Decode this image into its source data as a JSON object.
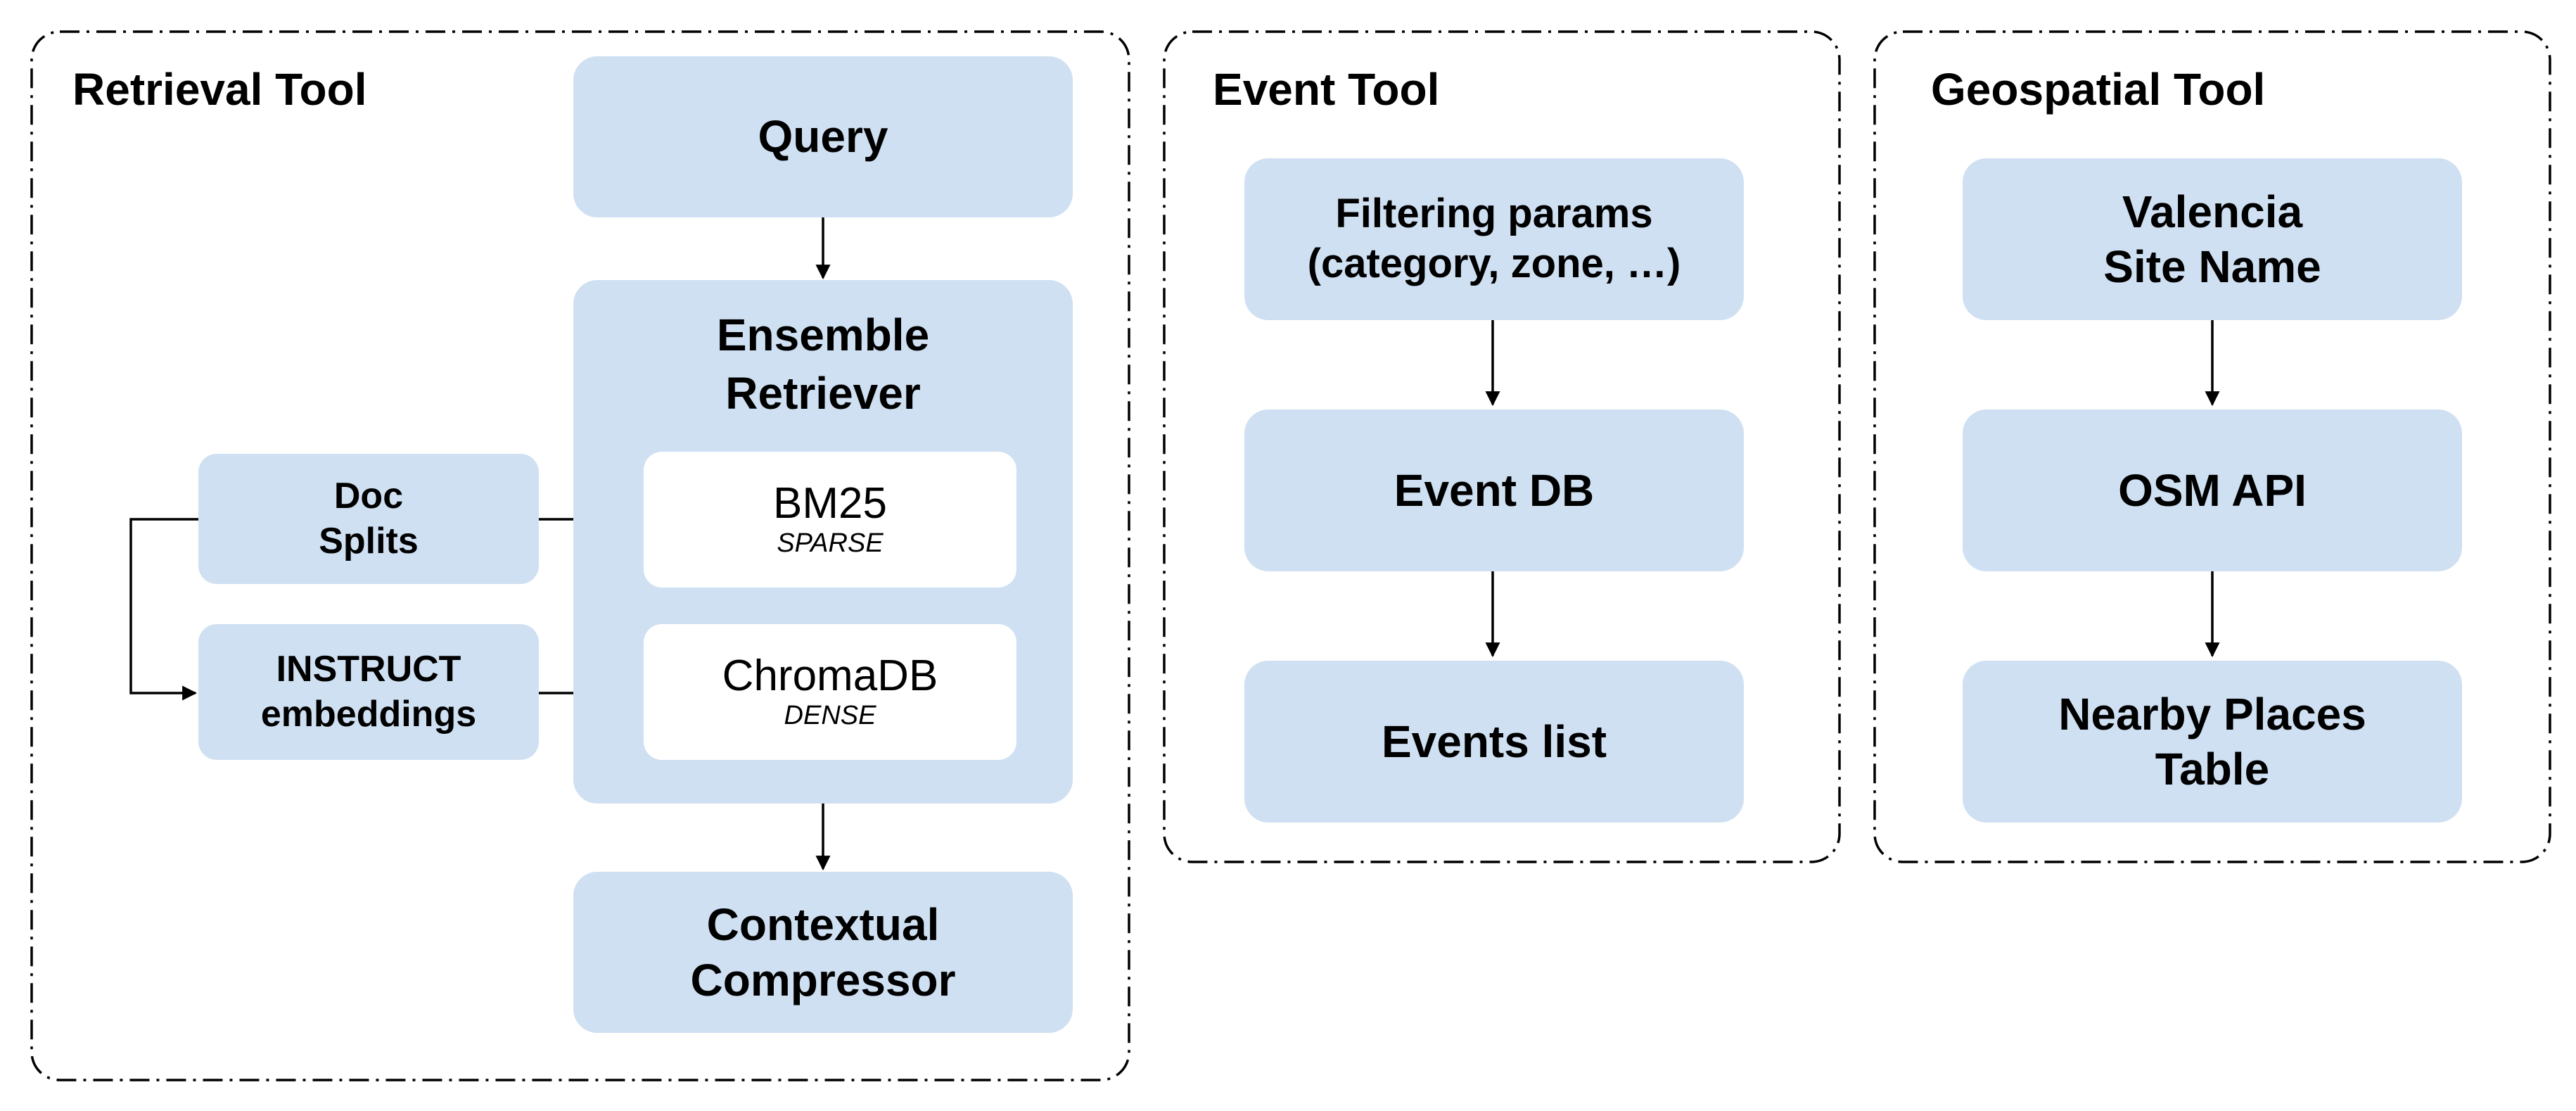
{
  "colors": {
    "box_fill": "#cfe0f2",
    "inner_fill": "#ffffff",
    "line": "#000000"
  },
  "retrieval": {
    "title": "Retrieval Tool",
    "query": "Query",
    "ensemble_line1": "Ensemble",
    "ensemble_line2": "Retriever",
    "bm25": {
      "label": "BM25",
      "type": "SPARSE"
    },
    "chroma": {
      "label": "ChromaDB",
      "type": "DENSE"
    },
    "doc_line1": "Doc",
    "doc_line2": "Splits",
    "instruct_line1": "INSTRUCT",
    "instruct_line2": "embeddings",
    "compressor_line1": "Contextual",
    "compressor_line2": "Compressor"
  },
  "event": {
    "title": "Event Tool",
    "filter_line1": "Filtering params",
    "filter_line2": "(category, zone, …)",
    "db": "Event DB",
    "list": "Events list"
  },
  "geo": {
    "title": "Geospatial Tool",
    "site_line1": "Valencia",
    "site_line2": "Site Name",
    "api": "OSM API",
    "places_line1": "Nearby Places",
    "places_line2": "Table"
  }
}
